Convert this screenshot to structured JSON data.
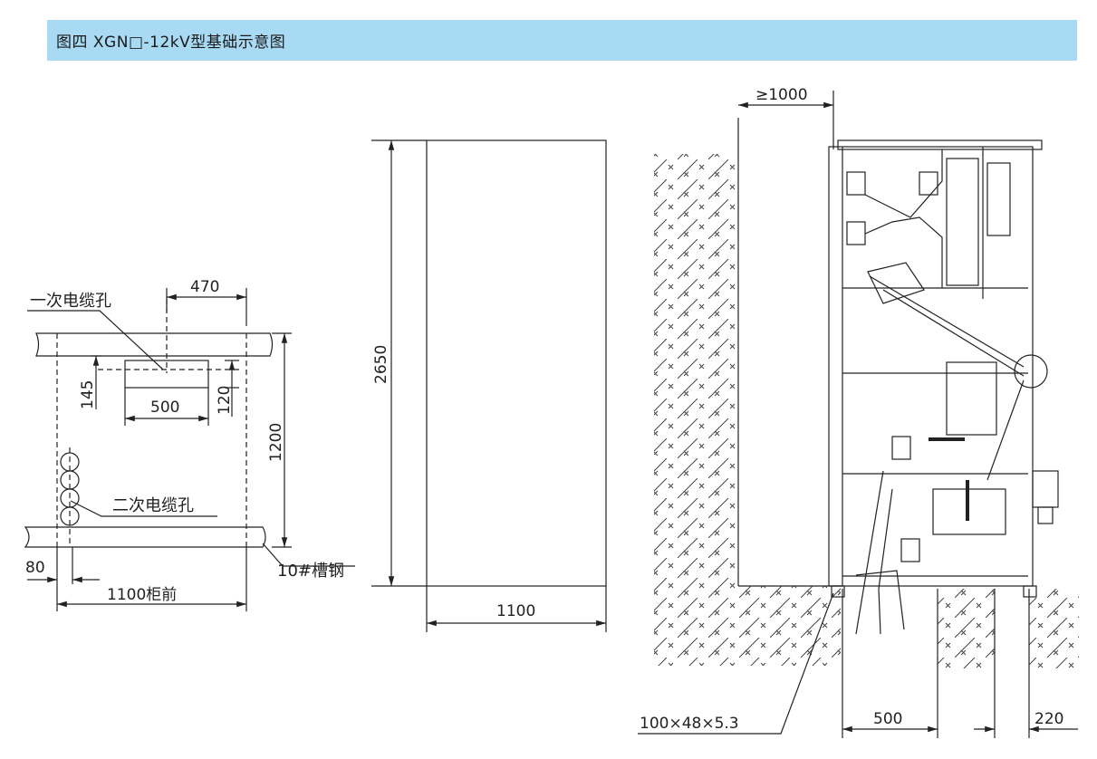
{
  "figure": {
    "title": "图四  XGN□-12kV型基础示意图"
  },
  "plan_view": {
    "primary_cable_hole_label": "一次电缆孔",
    "secondary_cable_hole_label": "二次电缆孔",
    "channel_steel_label": "10#槽钢",
    "dim_470": "470",
    "dim_145": "145",
    "dim_500": "500",
    "dim_120": "120",
    "dim_1200": "1200",
    "dim_80": "80",
    "dim_1100_front": "1100柜前"
  },
  "front_view": {
    "dim_height": "2650",
    "dim_width": "1100"
  },
  "side_view": {
    "dim_wall_clearance": "≥1000",
    "steel_spec_label": "100×48×5.3",
    "dim_pit_500": "500",
    "dim_pit_220": "220"
  },
  "colors": {
    "title_bar": "#a9daf4",
    "line": "#222222"
  }
}
